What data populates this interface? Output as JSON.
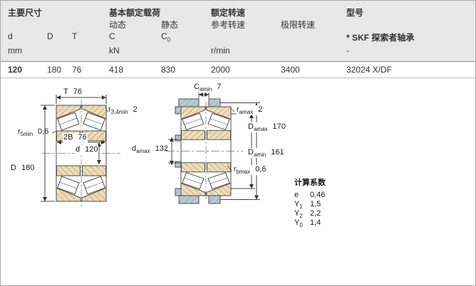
{
  "table": {
    "header": {
      "main_dimensions": "主要尺寸",
      "basic_load_ratings": "基本额定载荷",
      "speed_ratings": "额定转速",
      "designation": "型号"
    },
    "subheader": {
      "dynamic": "动态",
      "static": "静态",
      "reference_speed": "参考转速",
      "limiting_speed": "极限转速"
    },
    "symbols": {
      "d": "d",
      "D": "D",
      "T": "T",
      "C": "C",
      "C0_base": "C",
      "C0_sub": "0",
      "skf_explorer": "* SKF 探索者轴承"
    },
    "units": {
      "dimensions": "mm",
      "load": "kN",
      "speed": "r/min",
      "designation": "-"
    },
    "row": {
      "d": "120",
      "D": "180",
      "T": "76",
      "C": "418",
      "C0": "830",
      "reference_speed": "2000",
      "limiting_speed": "3400",
      "designation": "32024 X/DF"
    }
  },
  "diagram": {
    "left": {
      "T": {
        "sym": "T",
        "sub": "",
        "val": "76"
      },
      "r34": {
        "sym": "r",
        "sub": "3,4min",
        "val": "2"
      },
      "r5": {
        "sym": "r",
        "sub": "5min",
        "val": "0,6"
      },
      "B2": {
        "sym": "2B",
        "sub": "",
        "val": "76"
      },
      "d": {
        "sym": "d",
        "sub": "",
        "val": "120"
      },
      "D": {
        "sym": "D",
        "sub": "",
        "val": "180"
      }
    },
    "right": {
      "Camin": {
        "sym": "C",
        "sub": "amin",
        "val": "7"
      },
      "ramax": {
        "sym": "r",
        "sub": "amax",
        "val": "2"
      },
      "Damax": {
        "sym": "D",
        "sub": "amax",
        "val": "170"
      },
      "damax": {
        "sym": "d",
        "sub": "amax",
        "val": "132"
      },
      "Damin": {
        "sym": "D",
        "sub": "amin",
        "val": "161"
      },
      "rbmax": {
        "sym": "r",
        "sub": "bmax",
        "val": "0,6"
      }
    },
    "factors": {
      "title": "计算系数",
      "rows": [
        {
          "sym": "e",
          "sub": "",
          "val": "0,46"
        },
        {
          "sym": "Y",
          "sub": "1",
          "val": "1,5"
        },
        {
          "sym": "Y",
          "sub": "2",
          "val": "2,2"
        },
        {
          "sym": "Y",
          "sub": "0",
          "val": "1,4"
        }
      ]
    }
  },
  "colors": {
    "header_bg": "#e8e8e8",
    "bearing_section_tan": "#ecddba",
    "abutment_blue": "#b9c9d3",
    "outline": "#4d4d4d"
  }
}
